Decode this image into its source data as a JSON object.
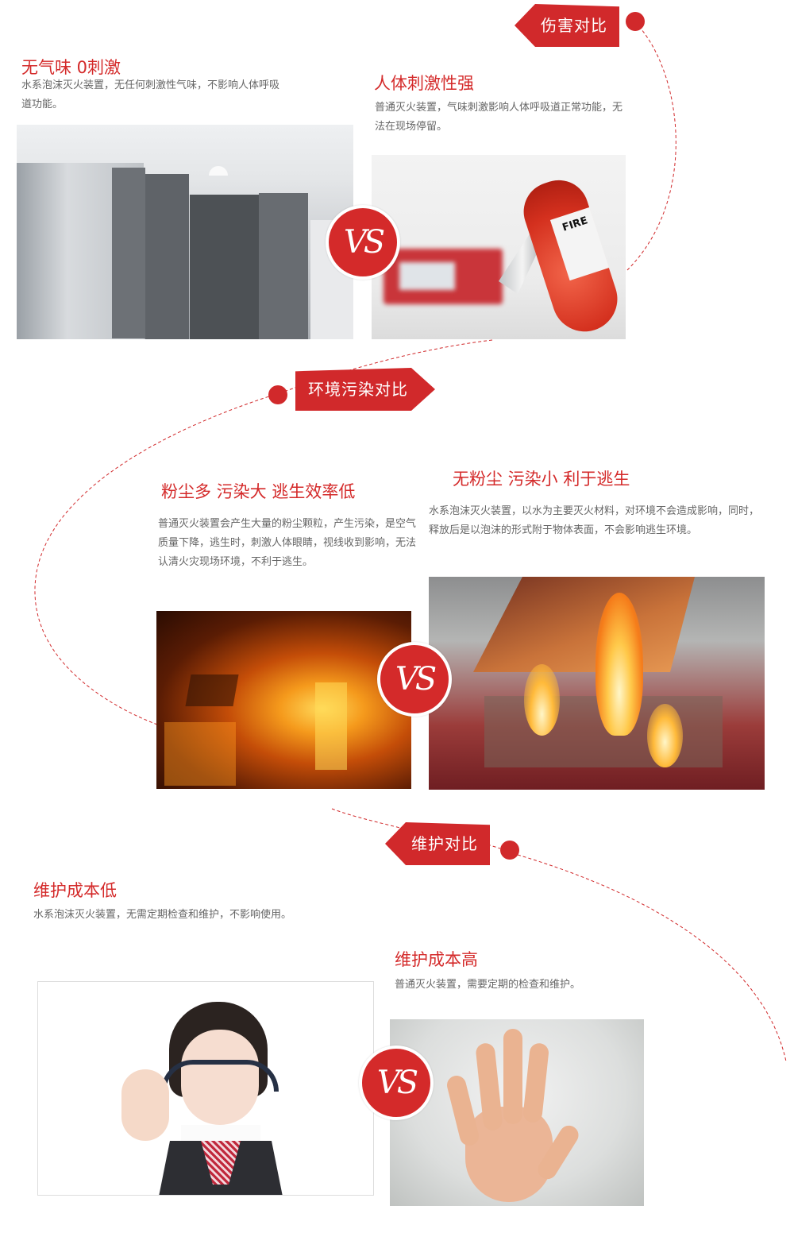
{
  "sections": [
    {
      "tag": "伤害对比",
      "left": {
        "title": "无气味 0刺激",
        "desc": "水系泡沫灭火装置，无任何刺激性气味，不影响人体呼吸道功能。",
        "image": "electrical-cabinet-photo"
      },
      "right": {
        "title": "人体刺激性强",
        "desc": "普通灭火装置，气味刺激影响人体呼吸道正常功能，无法在现场停留。",
        "image": "fire-extinguisher-photo",
        "image_label": "FIRE"
      },
      "vs": "VS"
    },
    {
      "tag": "环境污染对比",
      "left": {
        "title": "粉尘多 污染大 逃生效率低",
        "desc": "普通灭火装置会产生大量的粉尘颗粒，产生污染，是空气质量下降，逃生时，刺激人体眼睛，视线收到影响，无法认清火灾现场环境，不利于逃生。",
        "image": "city-fire-photo"
      },
      "right": {
        "title": "无粉尘 污染小 利于逃生",
        "desc": "水系泡沫灭火装置，以水为主要灭火材料，对环境不会造成影响，同时，释放后是以泡沫的形式附于物体表面，不会影响逃生环境。",
        "image": "car-engine-fire-photo"
      },
      "vs": "VS"
    },
    {
      "tag": "维护对比",
      "left": {
        "title": "维护成本低",
        "desc": "水系泡沫灭火装置，无需定期检查和维护，不影响使用。",
        "image": "customer-service-woman-photo"
      },
      "right": {
        "title": "维护成本高",
        "desc": "普通灭火装置，需要定期的检查和维护。",
        "image": "stop-hand-photo"
      },
      "vs": "VS"
    }
  ],
  "colors": {
    "accent": "#d1292b",
    "title": "#d42a2a",
    "text": "#666666"
  }
}
